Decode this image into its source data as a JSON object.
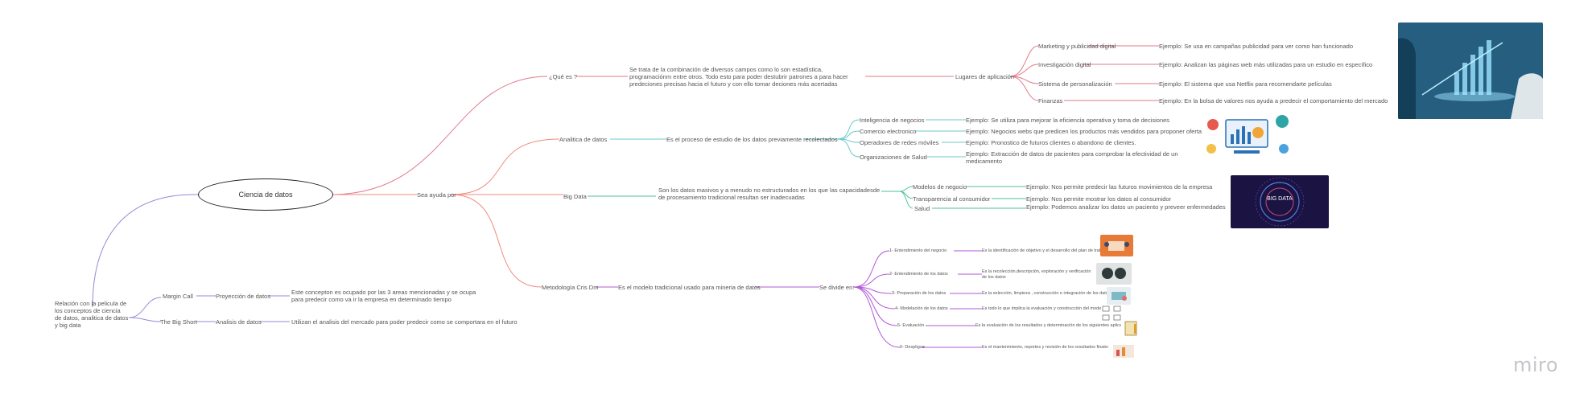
{
  "root": {
    "label": "Ciencia de datos"
  },
  "intro": {
    "text": "Relación con la pelicula de los conceptos de ciencia de datos, analitica de datos y big data"
  },
  "que_es": {
    "label": "¿Qué es ?",
    "text": "Se trata de la combinación de diversos campos como lo son estadística, programaciónm entre otros. Todo esto para poder destubrir patrones a para hacer predeciones precisas hacia el futuro y con ello tomar deciones más acertadas",
    "lugares": "Lugares de aplicación",
    "items": [
      {
        "label": "Marketing y publicidad digital",
        "example": "Ejemplo: Se usa en campañas publicidad para ver como han funcionado"
      },
      {
        "label": "Investigación digital",
        "example": "Ejemplo: Analizan las páginas web más utilizadas para un estudio en específico"
      },
      {
        "label": "Sistema de personalización",
        "example": "Ejemplo: El sistema que usa Netflix para recomendarte películas"
      },
      {
        "label": "Finanzas",
        "example": "Ejemplo: En la bolsa de valores nos ayuda a predecir el comportamiento del mercado"
      }
    ]
  },
  "sea_ayuda": {
    "label": "Sea ayuda por"
  },
  "analitica": {
    "label": "Analitica de datos",
    "text": "Es el proceso de estudio de los datos previamente recolectados",
    "items": [
      {
        "label": "Inteligencia de negocios",
        "example": "Ejemplo: Se utiliza para mejorar la eficiencia operativa y toma de decisiones"
      },
      {
        "label": "Comercio electronico",
        "example": "Ejemplo:   Negocios webs que predicen los productos más vendidos para proponer ofertas"
      },
      {
        "label": "Operadores de redes móviles",
        "example": "Ejemplo: Pronostico de futuros clientes o abandono de clientes."
      },
      {
        "label": "Organizaciones de Salud",
        "example": "Ejemplo: Extracción de datos de pacientes para comprobar la efectividad de un medicamento"
      }
    ]
  },
  "bigdata": {
    "label": "Big Data",
    "text": "Son los datos masivos y a menudo no estructurados  en los que las capacidadesde de procesamiento tradicional resultan ser inadecuadas",
    "image_text": "BIG DATA",
    "items": [
      {
        "label": "Modelos de negocio",
        "example": "Ejemplo: Nos permite predecir las futuros movimientos de la empresa"
      },
      {
        "label": "Transparencia al consumidor",
        "example": "Ejemplo: Nos permite mostrar los datos al consumidor"
      },
      {
        "label": "Salud",
        "example": "Ejemplo: Podemos analizar los datos un paciento y preveer enfermedades"
      }
    ]
  },
  "crisp": {
    "label": "Metodología Cris Dm",
    "text": "Es el modelo tradicional usado para mineria de datos",
    "divide": "Se divide en:",
    "steps": [
      {
        "label": "1- Entendimiento del negocio",
        "desc": "Es la identificación de objetivo y el desarrollo del plan de trabajo"
      },
      {
        "label": "2- Entendimiento de los datos",
        "desc": "Es la recolección,descripción, exploración y verificación de los datos"
      },
      {
        "label": "3- Preparación de los datos",
        "desc": "Es la selección, limpieza , construcción e integración de los datos"
      },
      {
        "label": "4- Modelación de los datos",
        "desc": "Es todo lo que implica la evaluación y construcción del modelo"
      },
      {
        "label": "5- Evaluación",
        "desc": "Es la evaluación de los resultados y determinación de los siguientes aplicaciones"
      },
      {
        "label": "6- Despligue",
        "desc": "Es el mantenimiento, reportes y revisión de los resultados finales"
      }
    ]
  },
  "movies": [
    {
      "label": "Margin Call",
      "concept": "Proyección de datos",
      "text": "Este concepton es ocupado por las 3 areas mencionadas y se ocupa para predecir como va ir la empresa en determinado tiempo"
    },
    {
      "label": "The Big Short",
      "concept": "Analisis de datos",
      "text": "Utilizan el analisis del mercado para poder predecir como se comportara en el futuro"
    }
  ],
  "brand": {
    "watermark": "miro"
  },
  "colors": {
    "purple": "#9b86d6",
    "red": "#e07a8a",
    "coral": "#f08a7e",
    "teal": "#6cc8c8",
    "green": "#52c29a",
    "violet": "#b25ad6",
    "pink": "#d94f7f"
  }
}
